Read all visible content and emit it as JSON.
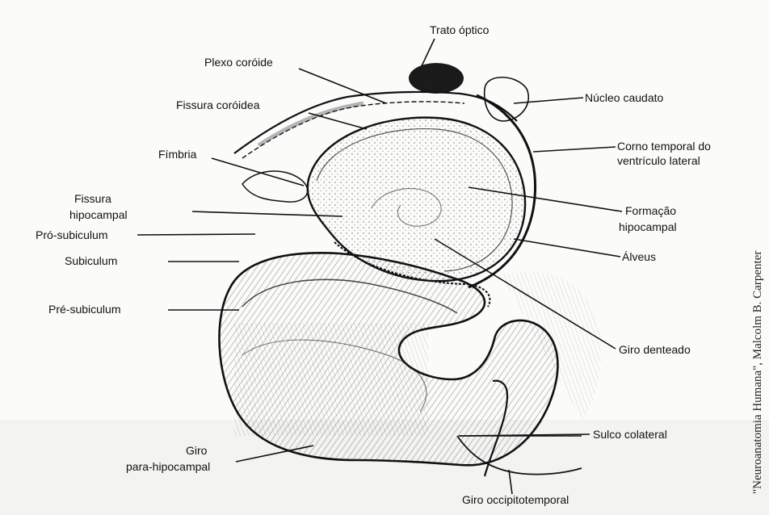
{
  "labels": {
    "trato_optico": "Trato óptico",
    "plexo_coroide": "Plexo coróide",
    "fissura_coroidea": "Fissura coróidea",
    "nucleo_caudato": "Núcleo caudato",
    "fimbria": "Fímbria",
    "corno_temporal_l1": "Corno temporal do",
    "corno_temporal_l2": "ventrículo lateral",
    "fissura_hipocampal_l1": "Fissura",
    "fissura_hipocampal_l2": "hipocampal",
    "formacao_hipocampal_l1": "Formação",
    "formacao_hipocampal_l2": "hipocampal",
    "pro_subiculum": "Pró-subiculum",
    "subiculum": "Subiculum",
    "alveus": "Álveus",
    "pre_subiculum": "Pré-subiculum",
    "giro_denteado": "Giro denteado",
    "sulco_colateral": "Sulco colateral",
    "giro_para_l1": "Giro",
    "giro_para_l2": "para-hipocampal",
    "giro_occipitotemporal": "Giro occipitotemporal"
  },
  "credit": "\"Neuroanatomia Humana\", Malcolm B. Carpenter"
}
